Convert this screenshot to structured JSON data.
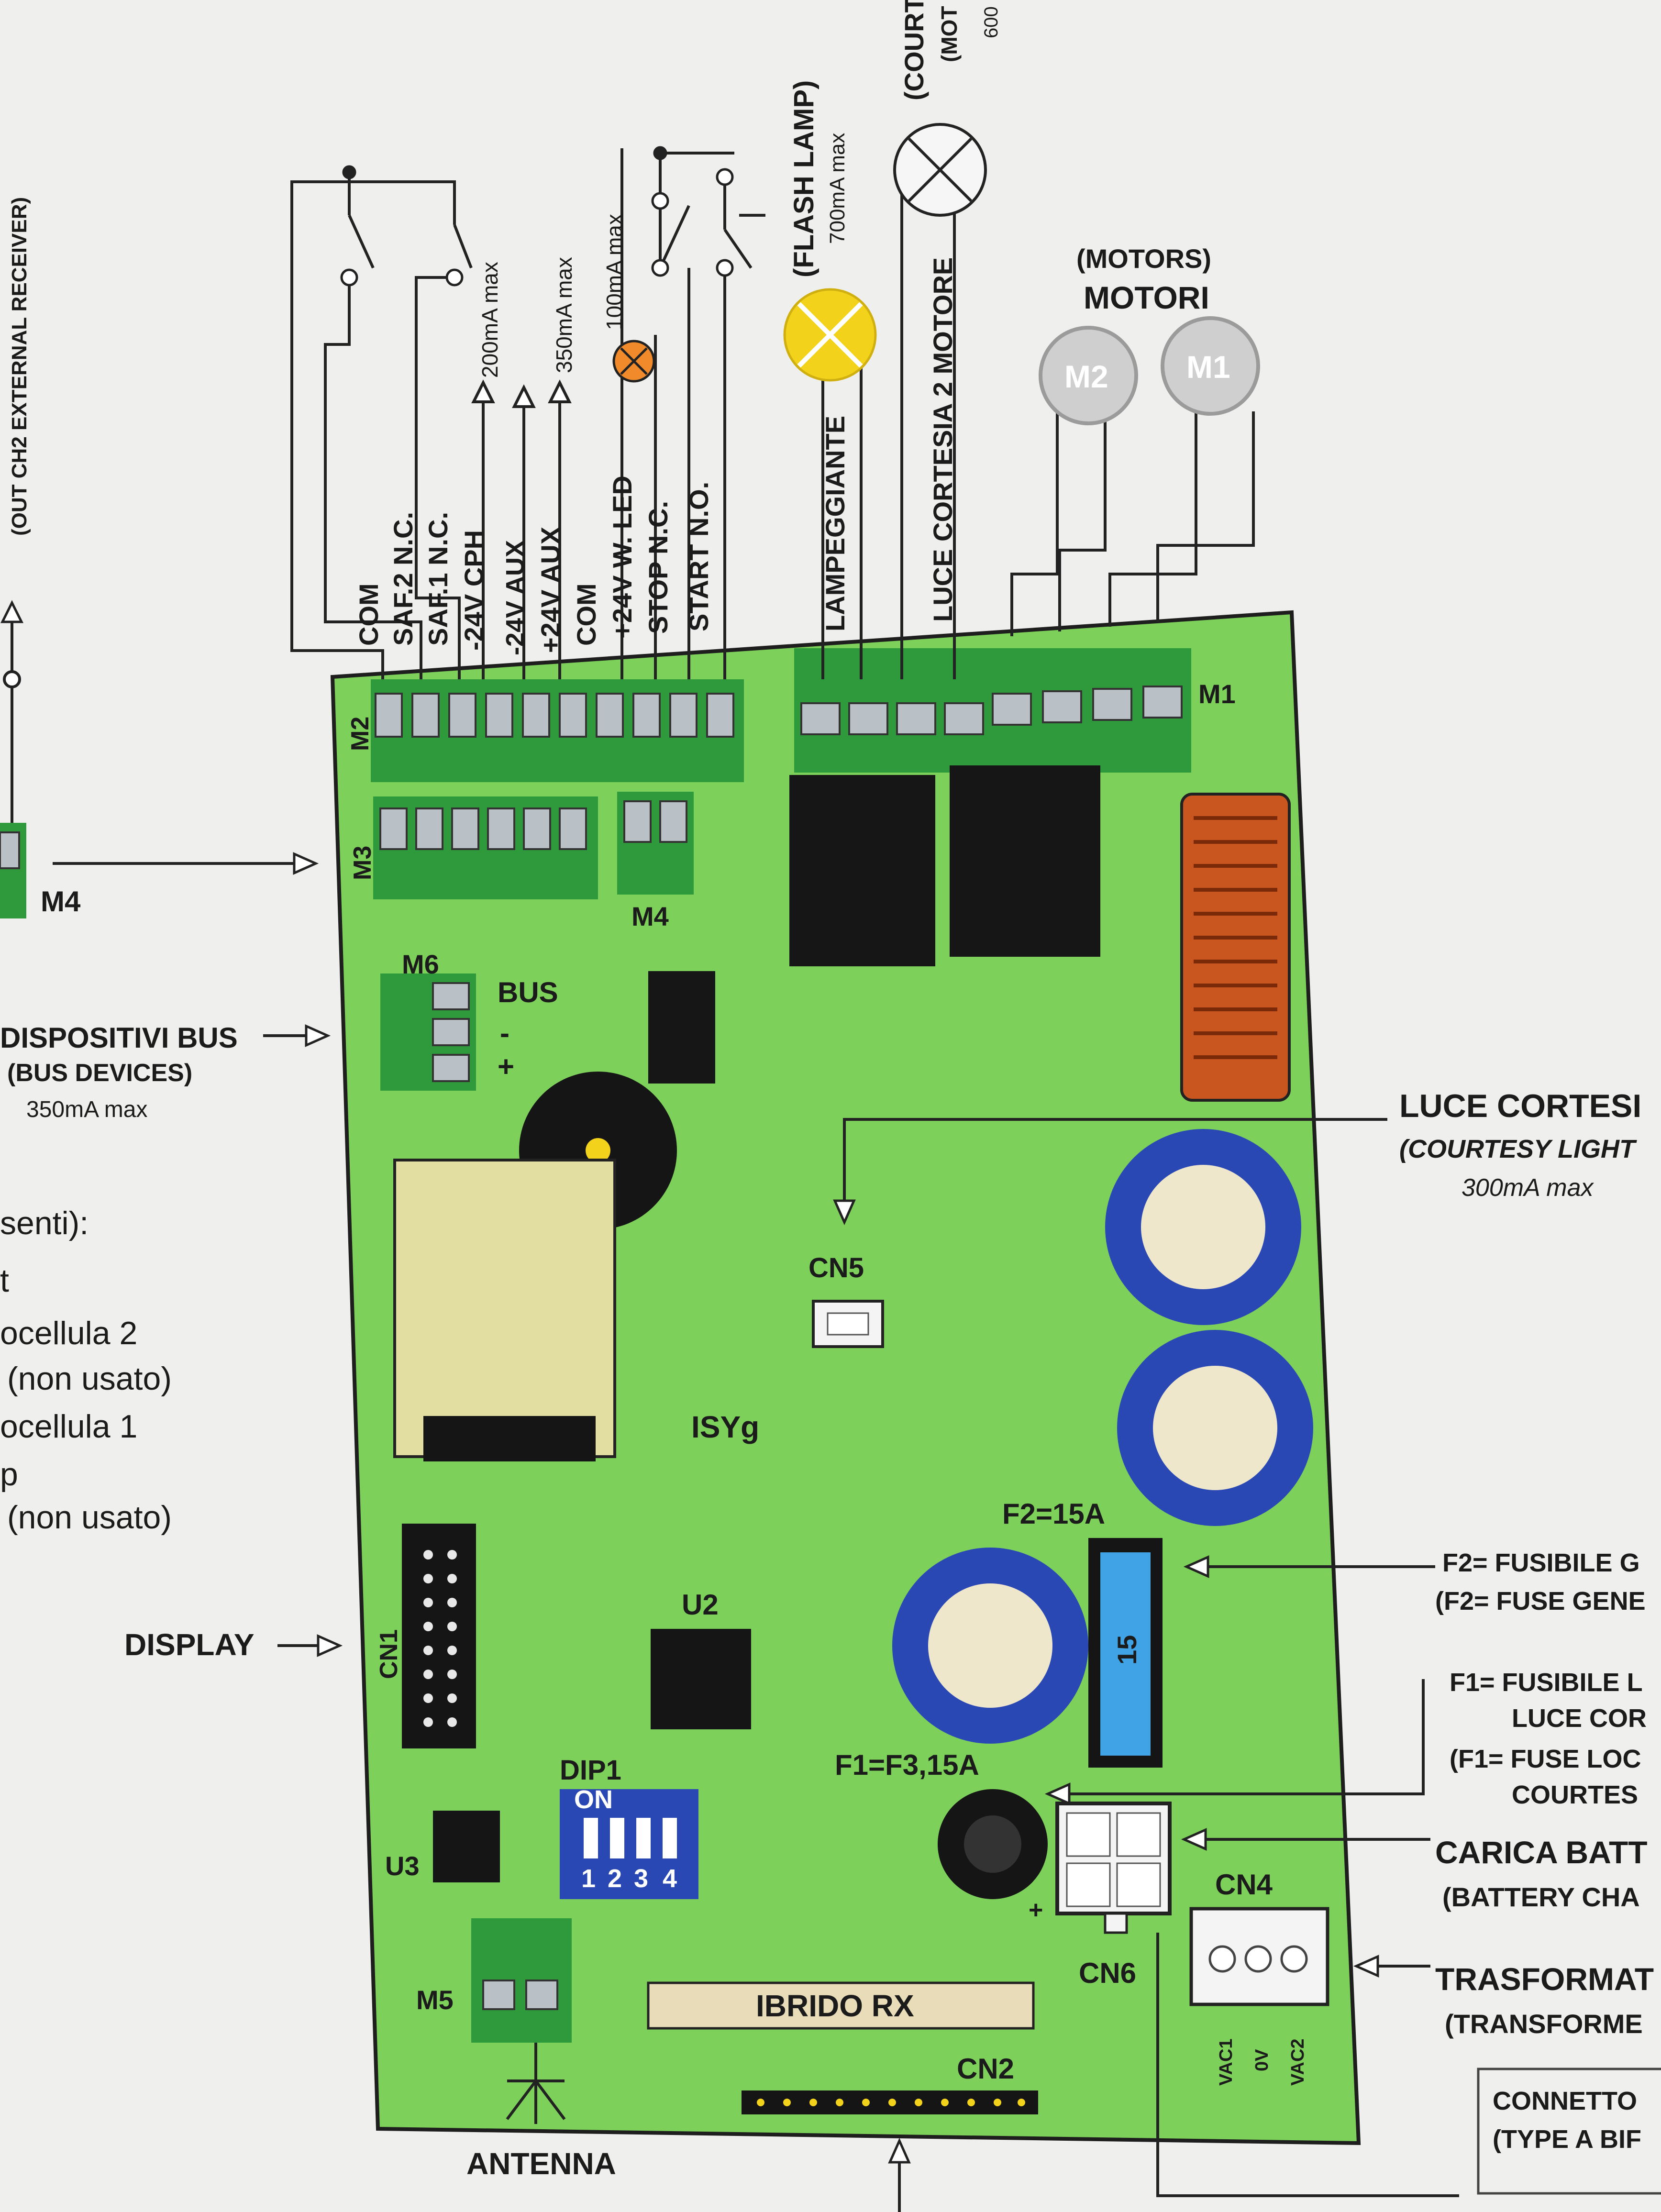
{
  "board": {
    "name": "ISYg",
    "colors": {
      "pcb": "#7dd05a",
      "terminal": "#2f9a3c",
      "wire": "#222222",
      "flash": "#f2d21a",
      "led": "#f08a2a",
      "fuse": "#3fa3e6",
      "cap_ring": "#2a48b4"
    }
  },
  "terminals_m2": [
    "COM",
    "SAF.2 N.C.",
    "SAF.1 N.C.",
    "-24V CPH",
    "-24V AUX",
    "+24V AUX",
    "COM",
    "+24V W. LED",
    "STOP N.C.",
    "START N.O."
  ],
  "terminals_m1": [
    "LAMPEGGIANTE",
    "LUCE CORTESIA 2 MOTORE"
  ],
  "current_notes": {
    "cph": "200mA max",
    "aux": "350mA max",
    "wled": "100mA max"
  },
  "flash_lamp": {
    "label": "(FLASH LAMP)",
    "current": "700mA max"
  },
  "courtesy_lamp_top": {
    "label": "(COURT",
    "label2": "(MOT",
    "current": "600"
  },
  "motors": {
    "title": "MOTORI",
    "subtitle": "(MOTORS)",
    "m1": "M1",
    "m2": "M2"
  },
  "connectors": {
    "m1": "M1",
    "m2": "M2",
    "m3": "M3",
    "m4": "M4",
    "m5": "M5",
    "m6": "M6",
    "cn1": "CN1",
    "cn2": "CN2",
    "cn4": "CN4",
    "cn5": "CN5",
    "cn6": "CN6",
    "u2": "U2",
    "u3": "U3",
    "dip1": "DIP1",
    "dip_on": "ON",
    "dip_numbers": [
      "1",
      "2",
      "3",
      "4"
    ],
    "bus": "BUS",
    "bus_minus": "-",
    "bus_plus": "+",
    "f2": "F2=15A",
    "f1": "F1=F3,15A",
    "fuse_value": "15",
    "ibrido": "IBRIDO RX",
    "vac": [
      "VAC1",
      "0V",
      "VAC2"
    ]
  },
  "left_labels": {
    "ext_receiver": "(OUT CH2 EXTERNAL RECEIVER)",
    "m4": "M4",
    "bus_devices": "DISPOSITIVI BUS",
    "bus_devices_en": "(BUS DEVICES)",
    "bus_current": "350mA max",
    "senti": "senti):",
    "rt": "t",
    "fotocell2": "ocellula 2",
    "nonused1": "(non usato)",
    "fotocell1": "ocellula 1",
    "p": "p",
    "nonused2": "(non usato)",
    "display": "DISPLAY",
    "antenna": "ANTENNA"
  },
  "right_labels": {
    "courtesy": "LUCE CORTESI",
    "courtesy_en": "(COURTESY LIGHT",
    "courtesy_current": "300mA max",
    "f2_fuse": "F2= FUSIBILE G",
    "f2_fuse_en": "(F2= FUSE GENE",
    "f1_fuse": "F1= FUSIBILE L",
    "f1_fuse2": "LUCE COR",
    "f1_fuse_en": "(F1= FUSE LOC",
    "f1_fuse_en2": "COURTES",
    "battery": "CARICA BATT",
    "battery_en": "(BATTERY CHA",
    "transformer": "TRASFORMAT",
    "transformer_en": "(TRANSFORME",
    "connector_box": "CONNETTO",
    "connector_box_en": "(TYPE A BIF"
  }
}
